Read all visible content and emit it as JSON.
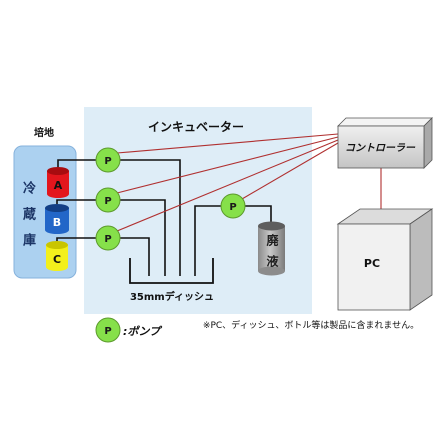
{
  "labels": {
    "medium": "培地",
    "refrigerator": "冷蔵庫",
    "incubator": "インキュベーター",
    "controller": "コントローラー",
    "pc": "PC",
    "waste": "廃液",
    "dish": "35mmディッシュ",
    "pump_symbol": "P",
    "legend_pump": ":ポンプ",
    "note": "※PC、ディッシュ、ボトル等は製品に含まれません。"
  },
  "bottles": [
    {
      "label": "A",
      "color": "#e3161d"
    },
    {
      "label": "B",
      "color": "#2266c8"
    },
    {
      "label": "C",
      "color": "#f3f01c"
    }
  ],
  "colors": {
    "incubator_bg": "#deedf7",
    "fridge_bg": "#acd1f0",
    "pump": "#86e04a",
    "waste_bottle": "#a6a6a6"
  }
}
